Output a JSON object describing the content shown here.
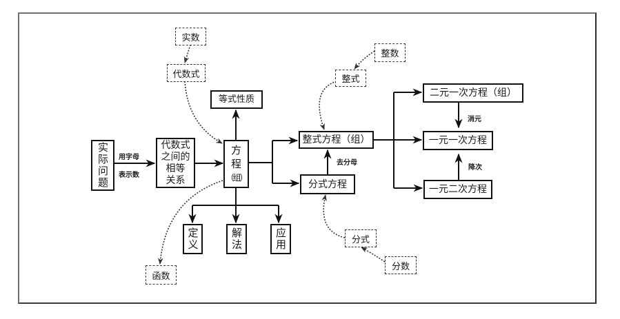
{
  "diagram": {
    "nodes": {
      "real_problem": "实际问题",
      "algebraic_equality": "代数式之间的相等关系",
      "equation_system": "方程（组）",
      "equation_property": "等式性质",
      "definition": "定义",
      "solution_method": "解法",
      "application": "应用",
      "function": "函数",
      "real_number": "实数",
      "algebraic_expression": "代数式",
      "integer": "整数",
      "integral_expression": "整式",
      "integral_equation": "整式方程（组）",
      "fractional_equation": "分式方程",
      "fraction_expr": "分式",
      "fraction_number": "分数",
      "linear_2var": "二元一次方程（组）",
      "linear_1var": "一元一次方程",
      "quadratic_1var": "一元二次方程"
    },
    "lines": {
      "alg_eq_l1": "代数式",
      "alg_eq_l2": "之间的",
      "alg_eq_l3": "相等",
      "alg_eq_l4": "关系",
      "eq_l1": "方",
      "eq_l2": "程",
      "eq_l3": "（组）"
    },
    "edge_labels": {
      "use_letters": "用字母",
      "represent_numbers": "表示数",
      "remove_denominator": "去分母",
      "eliminate_variable": "消元",
      "reduce_degree": "降次"
    }
  }
}
